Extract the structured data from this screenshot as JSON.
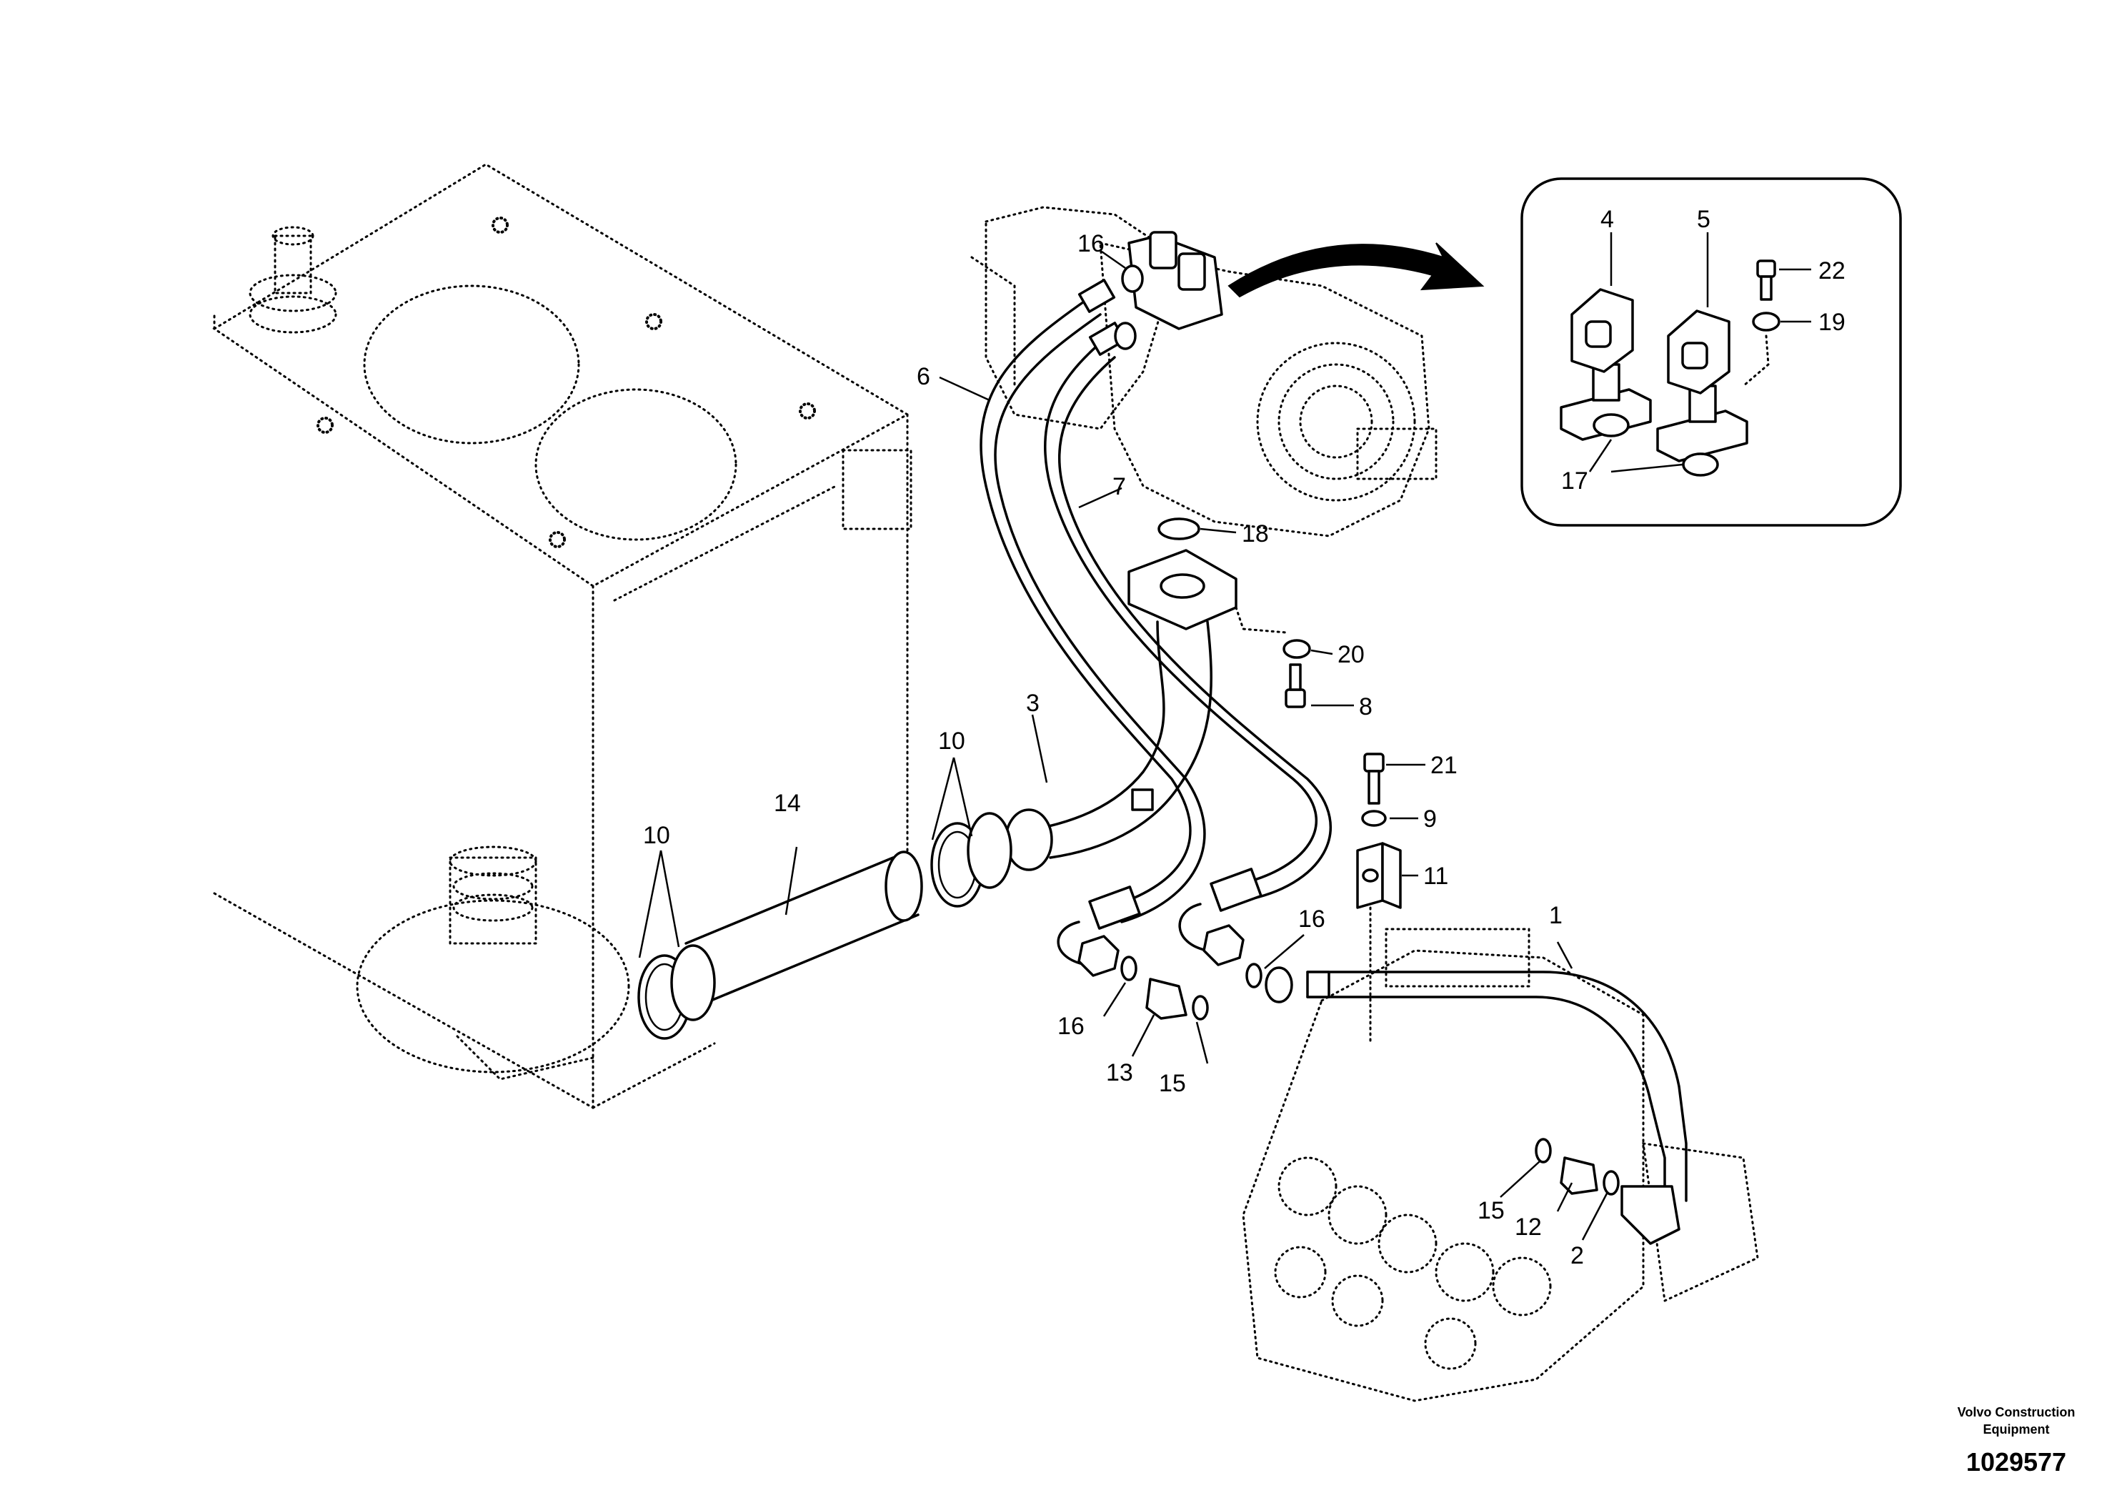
{
  "callouts": {
    "c1": "1",
    "c2": "2",
    "c3": "3",
    "c4": "4",
    "c5": "5",
    "c6": "6",
    "c7": "7",
    "c8": "8",
    "c9": "9",
    "c10a": "10",
    "c10b": "10",
    "c11": "11",
    "c12": "12",
    "c13": "13",
    "c14": "14",
    "c15a": "15",
    "c15b": "15",
    "c16a": "16",
    "c16b": "16",
    "c16c": "16",
    "c17": "17",
    "c18": "18",
    "c19": "19",
    "c20": "20",
    "c21": "21",
    "c22": "22"
  },
  "footer": {
    "brand_line1": "Volvo Construction",
    "brand_line2": "Equipment",
    "document_number": "1029577"
  }
}
